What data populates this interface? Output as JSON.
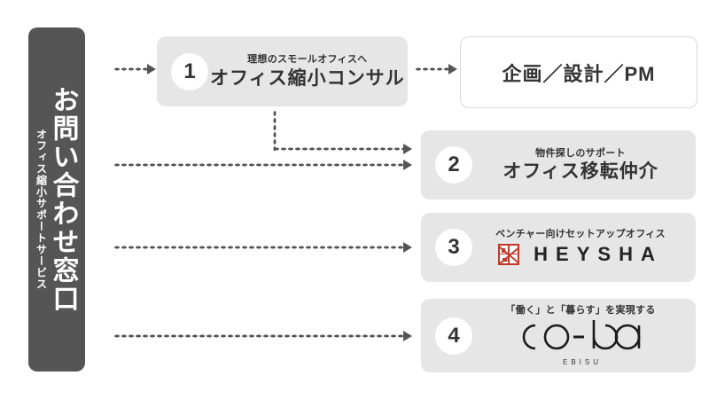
{
  "entry": {
    "main_label": "お問い合わせ窓口",
    "sub_label": "オフィス縮小サポートサービス"
  },
  "cards": [
    {
      "number": "1",
      "subtitle": "理想のスモールオフィスへ",
      "title": "オフィス縮小コンサル"
    },
    {
      "number": "2",
      "subtitle": "物件探しのサポート",
      "title": "オフィス移転仲介"
    },
    {
      "number": "3",
      "subtitle": "ベンチャー向けセットアップオフィス",
      "title": "HEYSHA"
    },
    {
      "number": "4",
      "subtitle": "「働く」と「暮らす」を実現する",
      "title": "co-ba",
      "location": "EBISU"
    }
  ],
  "outcome": {
    "title": "企画／設計／PM"
  },
  "colors": {
    "panel_bg": "#555555",
    "card_bg": "#e6e6e6",
    "card_outline_border": "#d8d8d8",
    "text_dark": "#333333",
    "connector": "#555555",
    "seal_red": "#c0392b",
    "page_bg": "#ffffff"
  }
}
